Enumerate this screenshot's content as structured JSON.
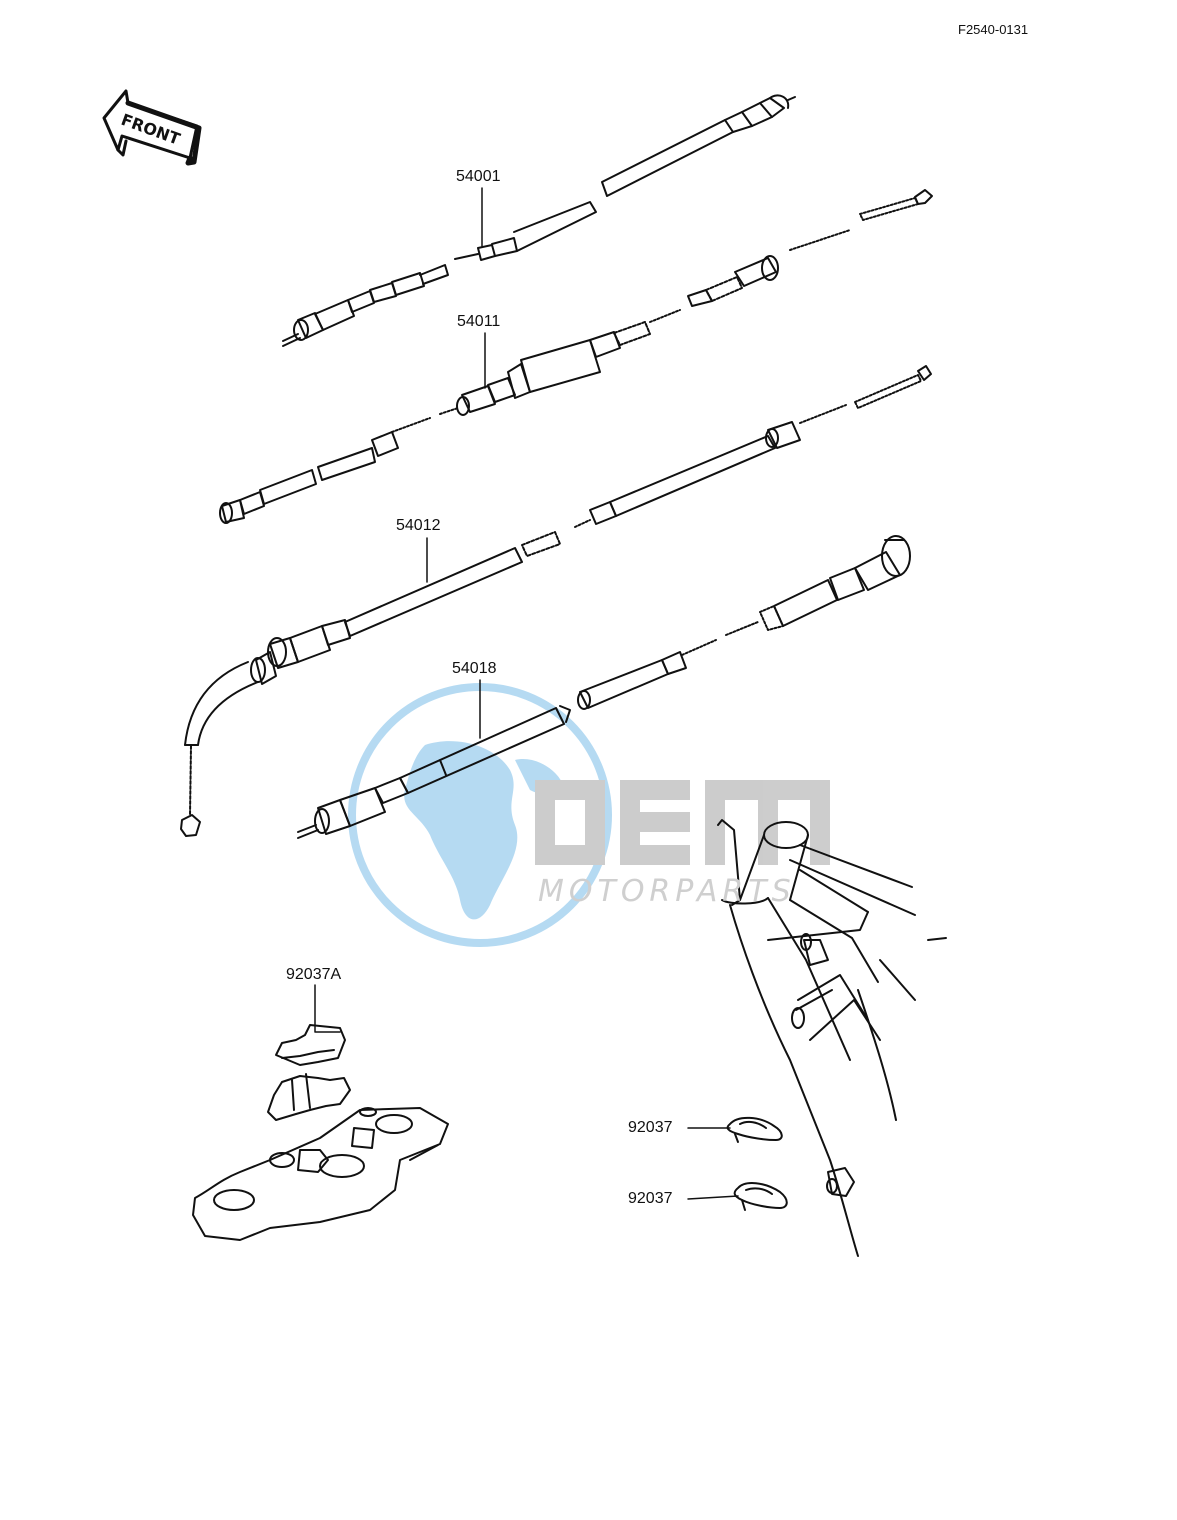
{
  "diagram": {
    "reference_code": "F2540-0131",
    "front_label": "FRONT",
    "parts": [
      {
        "number": "54001"
      },
      {
        "number": "54011"
      },
      {
        "number": "54012"
      },
      {
        "number": "54018"
      },
      {
        "number": "92037A"
      },
      {
        "number": "92037"
      },
      {
        "number": "92037"
      }
    ]
  },
  "watermark": {
    "brand_letters": "OEM",
    "subtitle": "MOTORPARTS",
    "colors": {
      "globe": "#a9d4f0",
      "letters": "#c4c4c4",
      "subtitle": "#cfcfcf"
    }
  },
  "colors": {
    "line_art": "#111111",
    "background": "#ffffff"
  }
}
